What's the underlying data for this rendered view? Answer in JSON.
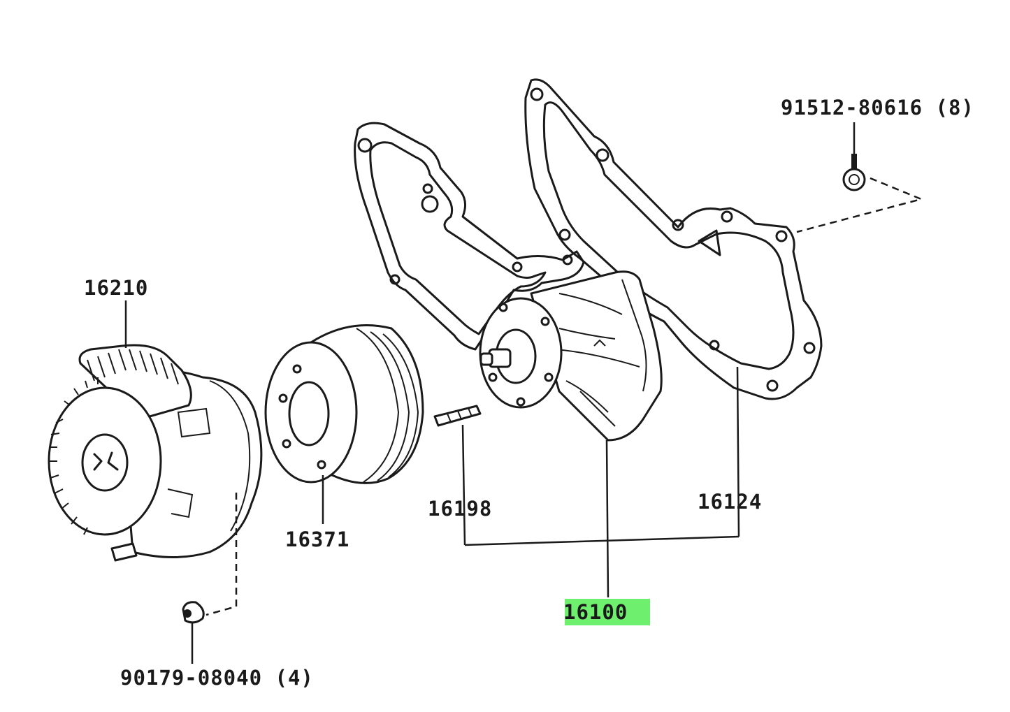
{
  "highlight_color": "#6ef06e",
  "line_color": "#1a1a1a",
  "labels": {
    "p91512": "91512-80616 (8)",
    "p16210": "16210",
    "p16371": "16371",
    "p16198": "16198",
    "p16124": "16124",
    "p16100": "16100",
    "p90179": "90179-08040 (4)"
  },
  "highlighted_part": "16100"
}
